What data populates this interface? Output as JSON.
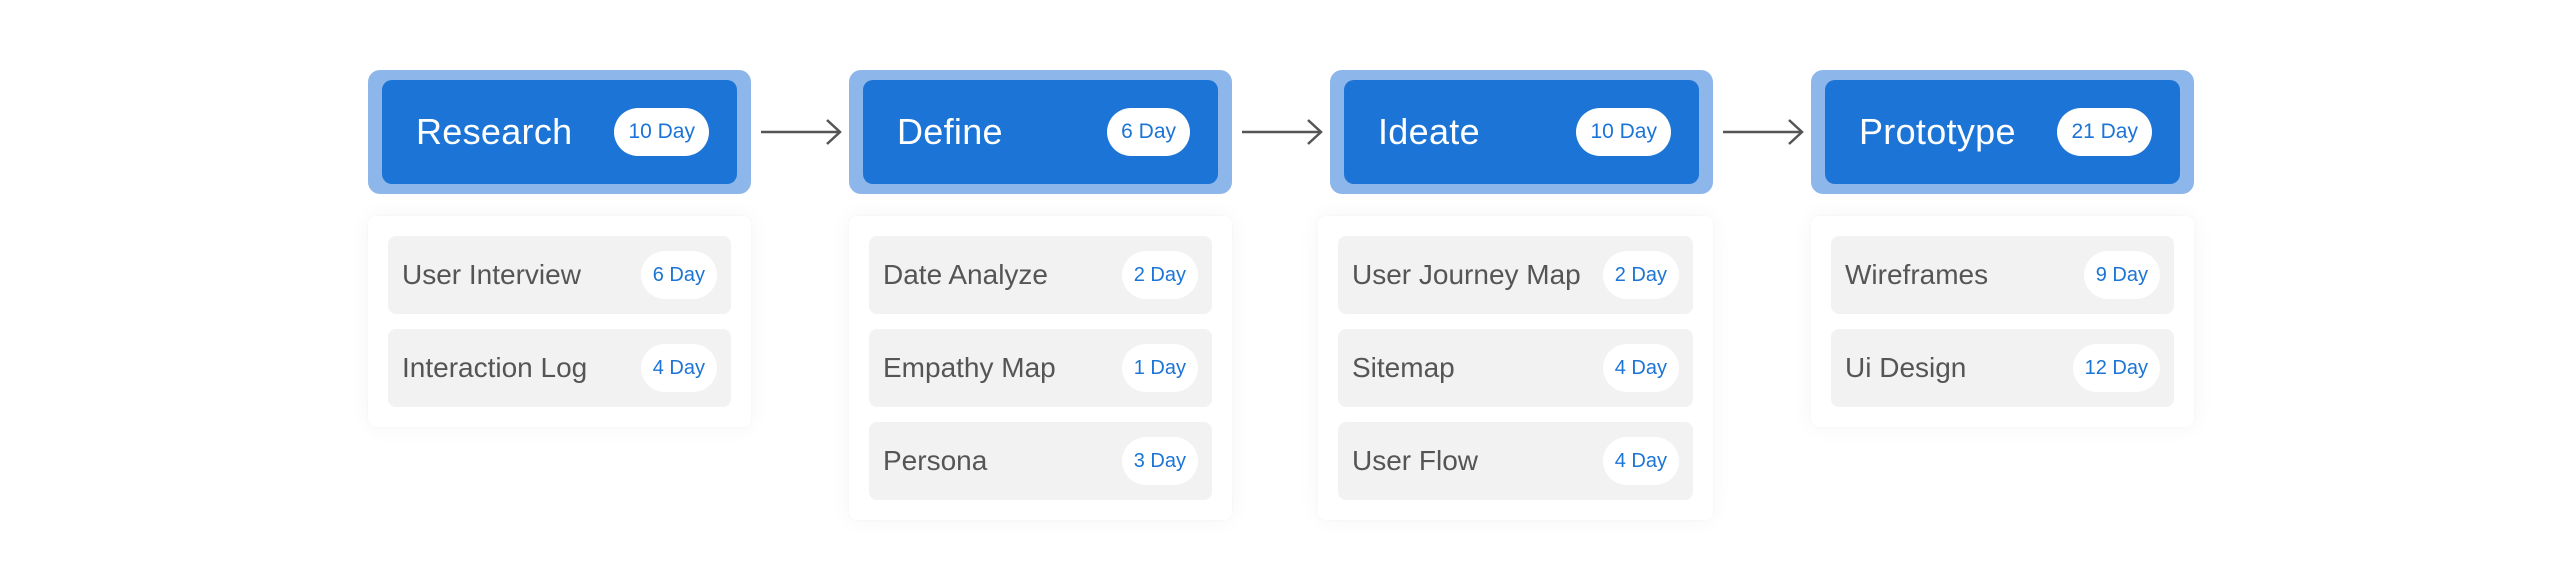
{
  "diagram": {
    "phases": [
      {
        "title": "Research",
        "duration": "10 Day",
        "tasks": [
          {
            "label": "User Interview",
            "duration": "6 Day"
          },
          {
            "label": "Interaction Log",
            "duration": "4 Day"
          }
        ]
      },
      {
        "title": "Define",
        "duration": "6 Day",
        "tasks": [
          {
            "label": "Date Analyze",
            "duration": "2 Day"
          },
          {
            "label": "Empathy Map",
            "duration": "1 Day"
          },
          {
            "label": "Persona",
            "duration": "3 Day"
          }
        ]
      },
      {
        "title": "Ideate",
        "duration": "10 Day",
        "tasks": [
          {
            "label": "User Journey Map",
            "duration": "2 Day"
          },
          {
            "label": "Sitemap",
            "duration": "4 Day"
          },
          {
            "label": "User Flow",
            "duration": "4 Day"
          }
        ]
      },
      {
        "title": "Prototype",
        "duration": "21 Day",
        "tasks": [
          {
            "label": "Wireframes",
            "duration": "9 Day"
          },
          {
            "label": "Ui Design",
            "duration": "12 Day"
          }
        ]
      }
    ],
    "colors": {
      "header_fill": "#1b74d6",
      "header_border": "#8db6ea",
      "badge_text": "#1b74d6",
      "task_fill": "#f2f2f2",
      "task_text": "#555555",
      "arrow": "#555555"
    },
    "connector_icon": "right-arrow-icon"
  }
}
